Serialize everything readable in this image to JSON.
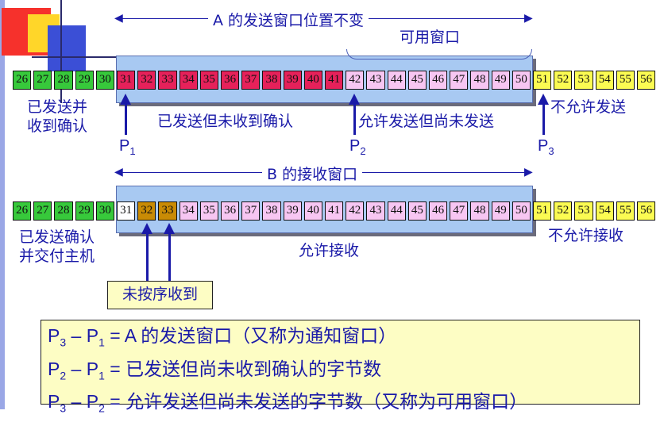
{
  "top": {
    "span_label": "A 的发送窗口位置不变",
    "usable_label": "可用窗口",
    "cells": [
      {
        "n": "26",
        "c": "green"
      },
      {
        "n": "27",
        "c": "green"
      },
      {
        "n": "28",
        "c": "green"
      },
      {
        "n": "29",
        "c": "green"
      },
      {
        "n": "30",
        "c": "green"
      },
      {
        "n": "31",
        "c": "red"
      },
      {
        "n": "32",
        "c": "red"
      },
      {
        "n": "33",
        "c": "red"
      },
      {
        "n": "34",
        "c": "red"
      },
      {
        "n": "35",
        "c": "red"
      },
      {
        "n": "36",
        "c": "red"
      },
      {
        "n": "37",
        "c": "red"
      },
      {
        "n": "38",
        "c": "red"
      },
      {
        "n": "39",
        "c": "red"
      },
      {
        "n": "40",
        "c": "red"
      },
      {
        "n": "41",
        "c": "red"
      },
      {
        "n": "42",
        "c": "pink"
      },
      {
        "n": "43",
        "c": "pink"
      },
      {
        "n": "44",
        "c": "pink"
      },
      {
        "n": "45",
        "c": "pink"
      },
      {
        "n": "46",
        "c": "pink"
      },
      {
        "n": "47",
        "c": "pink"
      },
      {
        "n": "48",
        "c": "pink"
      },
      {
        "n": "49",
        "c": "pink"
      },
      {
        "n": "50",
        "c": "pink"
      },
      {
        "n": "51",
        "c": "yellow"
      },
      {
        "n": "52",
        "c": "yellow"
      },
      {
        "n": "53",
        "c": "yellow"
      },
      {
        "n": "54",
        "c": "yellow"
      },
      {
        "n": "55",
        "c": "yellow"
      },
      {
        "n": "56",
        "c": "yellow"
      }
    ],
    "labels": {
      "sent_acked_1": "已发送并",
      "sent_acked_2": "收到确认",
      "sent_unacked": "已发送但未收到确认",
      "allowed_unsent": "允许发送但尚未发送",
      "not_allowed": "不允许发送"
    },
    "pointers": [
      {
        "name": "P",
        "sub": "1"
      },
      {
        "name": "P",
        "sub": "2"
      },
      {
        "name": "P",
        "sub": "3"
      }
    ]
  },
  "bottom": {
    "span_label": "B 的接收窗口",
    "cells": [
      {
        "n": "26",
        "c": "green"
      },
      {
        "n": "27",
        "c": "green"
      },
      {
        "n": "28",
        "c": "green"
      },
      {
        "n": "29",
        "c": "green"
      },
      {
        "n": "30",
        "c": "green"
      },
      {
        "n": "31",
        "c": "white"
      },
      {
        "n": "32",
        "c": "brown"
      },
      {
        "n": "33",
        "c": "brown"
      },
      {
        "n": "34",
        "c": "pink"
      },
      {
        "n": "35",
        "c": "pink"
      },
      {
        "n": "36",
        "c": "pink"
      },
      {
        "n": "37",
        "c": "pink"
      },
      {
        "n": "38",
        "c": "pink"
      },
      {
        "n": "39",
        "c": "pink"
      },
      {
        "n": "40",
        "c": "pink"
      },
      {
        "n": "41",
        "c": "pink"
      },
      {
        "n": "42",
        "c": "pink"
      },
      {
        "n": "43",
        "c": "pink"
      },
      {
        "n": "44",
        "c": "pink"
      },
      {
        "n": "45",
        "c": "pink"
      },
      {
        "n": "46",
        "c": "pink"
      },
      {
        "n": "47",
        "c": "pink"
      },
      {
        "n": "48",
        "c": "pink"
      },
      {
        "n": "49",
        "c": "pink"
      },
      {
        "n": "50",
        "c": "pink"
      },
      {
        "n": "51",
        "c": "yellow"
      },
      {
        "n": "52",
        "c": "yellow"
      },
      {
        "n": "53",
        "c": "yellow"
      },
      {
        "n": "54",
        "c": "yellow"
      },
      {
        "n": "55",
        "c": "yellow"
      },
      {
        "n": "56",
        "c": "yellow"
      }
    ],
    "labels": {
      "delivered_1": "已发送确认",
      "delivered_2": "并交付主机",
      "allowed_recv": "允许接收",
      "not_allowed": "不允许接收",
      "out_of_order": "未按序收到"
    }
  },
  "info": {
    "line1": {
      "a": "P",
      "a_sub": "3",
      "mid": " – P",
      "b_sub": "1",
      "rest": " = A 的发送窗口（又称为通知窗口）"
    },
    "line2": {
      "a": "P",
      "a_sub": "2",
      "mid": " – P",
      "b_sub": "1",
      "rest": " = 已发送但尚未收到确认的字节数"
    },
    "line3": {
      "a": "P",
      "a_sub": "3",
      "mid": " – P",
      "b_sub": "2",
      "rest": " = 允许发送但尚未发送的字节数（又称为可用窗口）"
    }
  },
  "colors": {
    "green": "#37c93b",
    "red": "#e6215a",
    "pink": "#f7c6f2",
    "yellow": "#fbfb52",
    "white": "#ffffff",
    "brown": "#c98b05",
    "window": "#a8c9f2",
    "text": "#1a1aa8",
    "note_bg": "#fdfdc4"
  }
}
